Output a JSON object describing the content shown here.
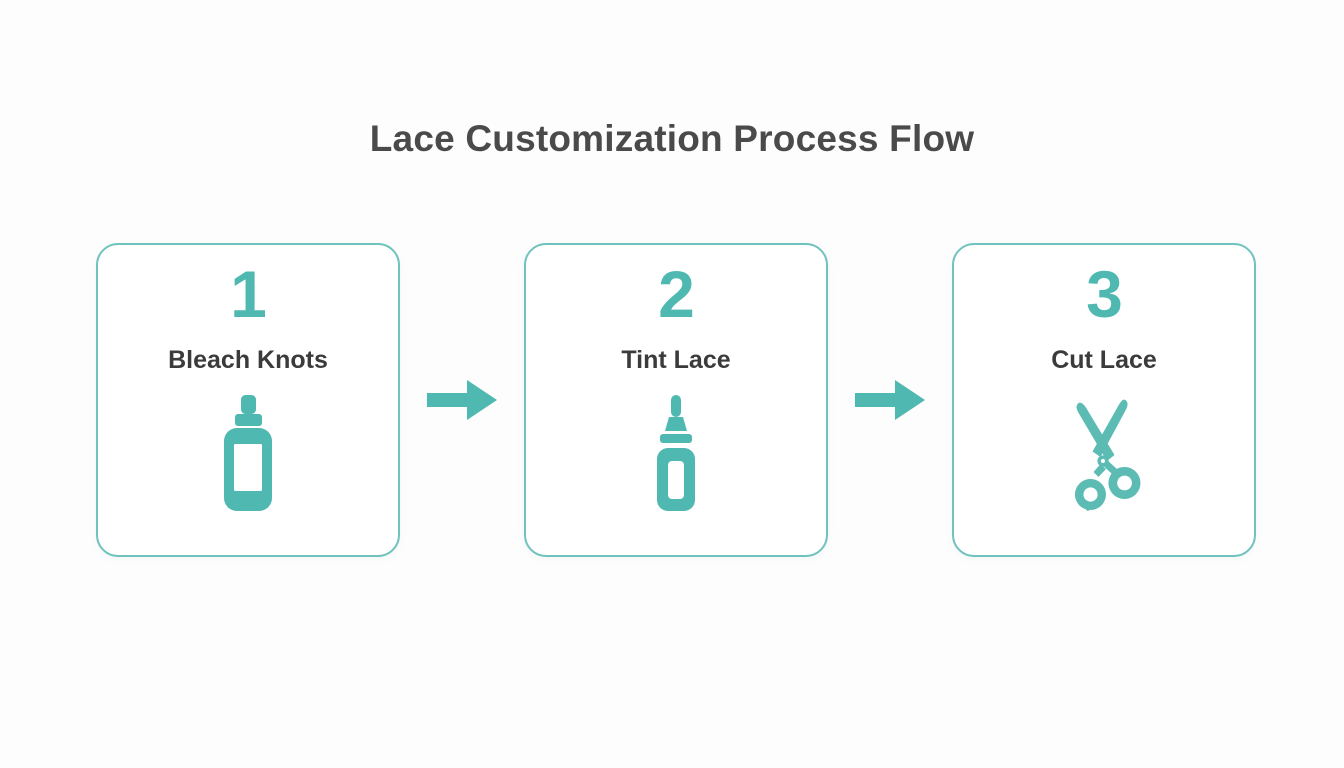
{
  "page": {
    "title": "Lace Customization Process Flow",
    "background_color": "#fdfdfd"
  },
  "theme": {
    "accent_color": "#4fb8b1",
    "border_color": "#6fc2bd",
    "text_color": "#3b3b3b",
    "title_color": "#4a4a4a",
    "card_background": "#ffffff"
  },
  "flow": {
    "steps": [
      {
        "number": "1",
        "label": "Bleach Knots",
        "icon": "bleach-bottle-icon"
      },
      {
        "number": "2",
        "label": "Tint Lace",
        "icon": "tint-dropper-bottle-icon"
      },
      {
        "number": "3",
        "label": "Cut Lace",
        "icon": "scissors-icon"
      }
    ],
    "connectors": [
      {
        "icon": "arrow-right-icon"
      },
      {
        "icon": "arrow-right-icon"
      }
    ]
  }
}
